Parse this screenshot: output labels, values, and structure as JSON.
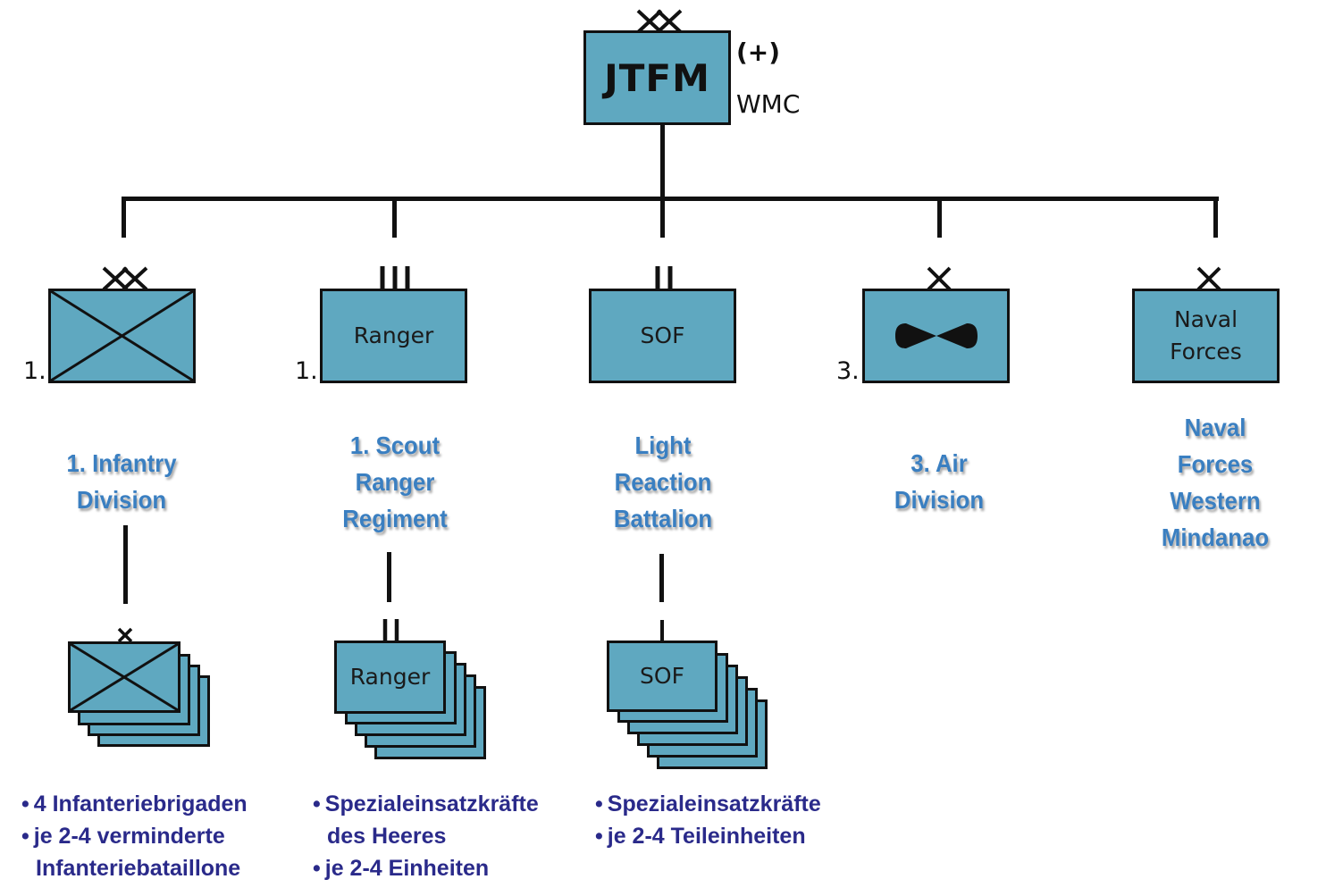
{
  "top": {
    "name": "JTFM",
    "echelon": "XX",
    "modifier": "(+)",
    "subtitle": "WMC"
  },
  "units": [
    {
      "id": "inf",
      "echelon": "XX",
      "number": "1.",
      "box_text": "",
      "symbol": "infantry-cross",
      "label": [
        "1. Infantry",
        "Division"
      ]
    },
    {
      "id": "ranger",
      "echelon": "III",
      "number": "1.",
      "box_text": "Ranger",
      "symbol": "text",
      "label": [
        "1. Scout",
        "Ranger",
        "Regiment"
      ]
    },
    {
      "id": "sof",
      "echelon": "II",
      "number": "",
      "box_text": "SOF",
      "symbol": "text",
      "label": [
        "Light",
        "Reaction",
        "Battalion"
      ]
    },
    {
      "id": "air",
      "echelon": "X",
      "number": "3.",
      "box_text": "",
      "symbol": "aviation-bowtie",
      "label": [
        "3. Air",
        "Division"
      ]
    },
    {
      "id": "naval",
      "echelon": "X",
      "number": "",
      "box_text": [
        "Naval",
        "Forces"
      ],
      "symbol": "text",
      "label": [
        "Naval",
        "Forces",
        "Western",
        "Mindanao"
      ]
    }
  ],
  "subunits": [
    {
      "id": "inf-sub",
      "echelon": "X",
      "box_text": "",
      "symbol": "infantry-cross",
      "stack_count": 4,
      "bullets": [
        [
          "4 Infanteriebrigaden"
        ],
        [
          "je 2-4 verminderte",
          "Infanteriebataillone"
        ]
      ]
    },
    {
      "id": "ranger-sub",
      "echelon": "II",
      "box_text": "Ranger",
      "symbol": "text",
      "stack_count": 5,
      "bullets": [
        [
          "Spezialeinsatzkräfte",
          "des Heeres"
        ],
        [
          "je 2-4 Einheiten"
        ]
      ]
    },
    {
      "id": "sof-sub",
      "echelon": "I",
      "box_text": "SOF",
      "symbol": "text",
      "stack_count": 6,
      "bullets": [
        [
          "Spezialeinsatzkräfte"
        ],
        [
          "je 2-4 Teileinheiten"
        ]
      ]
    }
  ],
  "colors": {
    "box_fill": "#5fa8c0",
    "label_blue": "#3a7fc1",
    "bullet_navy": "#2a2a8a"
  }
}
